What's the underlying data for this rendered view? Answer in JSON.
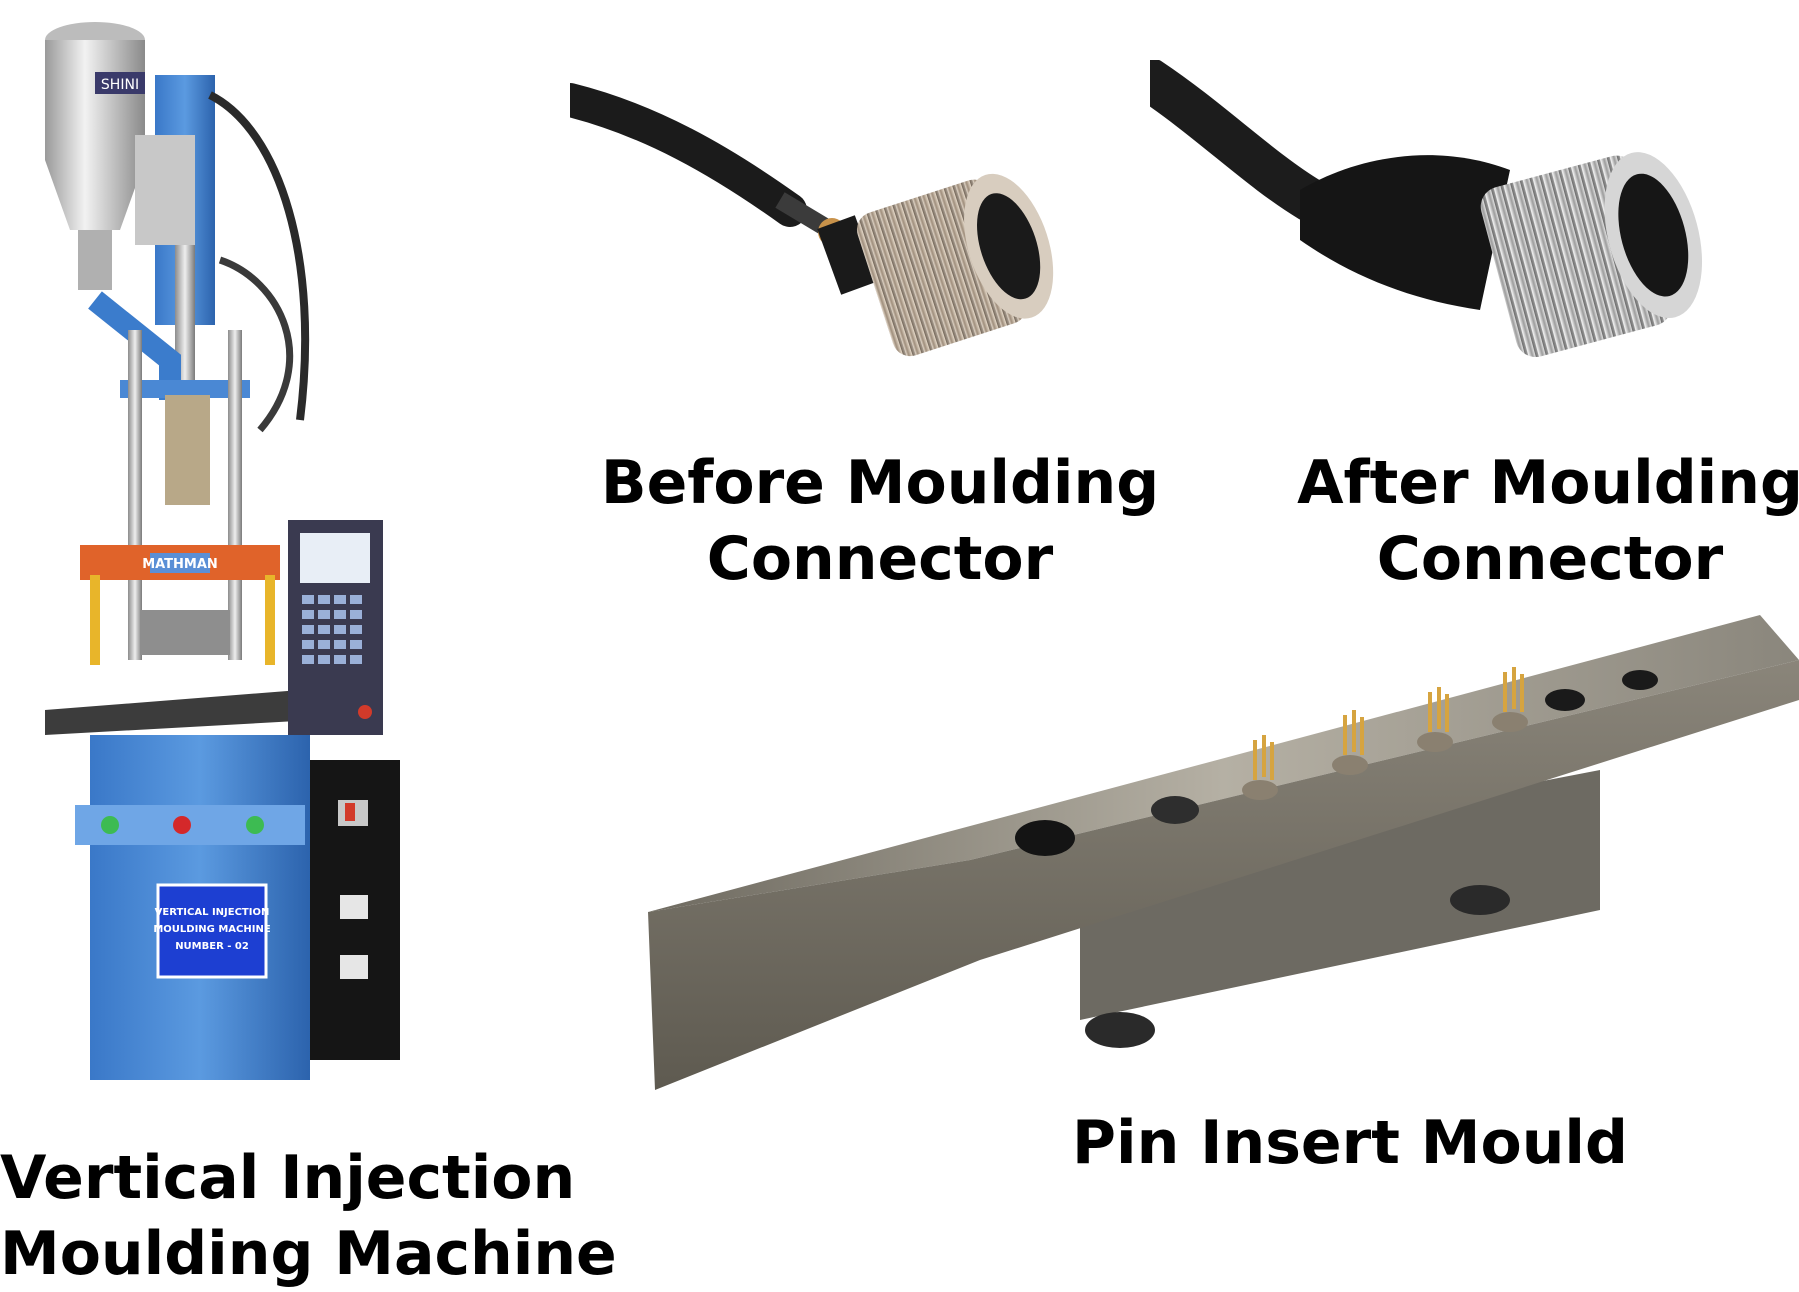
{
  "figure": {
    "machine": {
      "caption": [
        "Vertical Injection",
        "Moulding Machine"
      ],
      "brand_plate": "MATHMAN",
      "hopper_label": "SHINI",
      "info_plate": [
        "VERTICAL INJECTION",
        "MOULDING MACHINE",
        "NUMBER - 02"
      ]
    },
    "before_connector": {
      "caption": [
        "Before Moulding",
        "Connector"
      ]
    },
    "after_connector": {
      "caption": [
        "After Moulding",
        "Connector"
      ]
    },
    "mould": {
      "caption": [
        "Pin Insert Mould"
      ]
    }
  }
}
